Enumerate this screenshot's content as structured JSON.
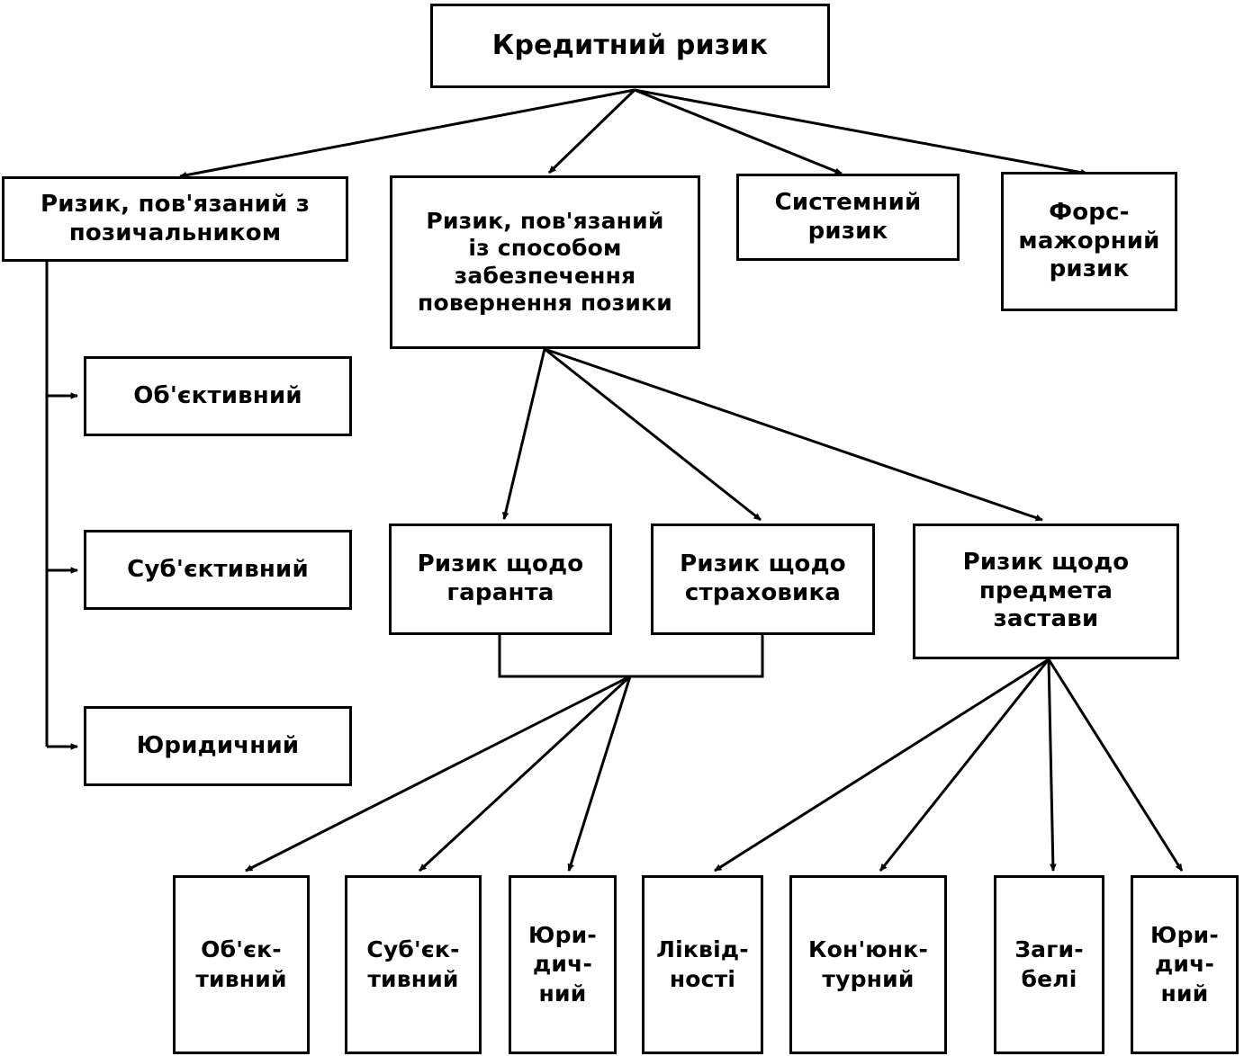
{
  "diagram": {
    "title": "Кредитний ризик",
    "type": "hierarchy-tree",
    "colors": {
      "stroke": "#000000",
      "fill": "#ffffff",
      "text": "#000000"
    },
    "nodes": {
      "root": {
        "label": "Кредитний ризик"
      },
      "level2": [
        {
          "id": "borrower",
          "label": "Ризик, пов'язаний з\nпозичальником"
        },
        {
          "id": "collateral_method",
          "label": "Ризик, пов'язаний\nіз способом\nзабезпечення\nповернення позики"
        },
        {
          "id": "systemic",
          "label": "Системний\nризик"
        },
        {
          "id": "force_majeure",
          "label": "Форс-\nмажорний\nризик"
        }
      ],
      "borrower_children": [
        {
          "id": "objective_b",
          "label": "Об'єктивний"
        },
        {
          "id": "subjective_b",
          "label": "Суб'єктивний"
        },
        {
          "id": "legal_b",
          "label": "Юридичний"
        }
      ],
      "method_children": [
        {
          "id": "guarantor",
          "label": "Ризик щодо\nгаранта"
        },
        {
          "id": "insurer",
          "label": "Ризик щодо\nстраховика"
        },
        {
          "id": "pledge",
          "label": "Ризик щодо\nпредмета\nзастави"
        }
      ],
      "leaves": [
        {
          "id": "leaf_objective",
          "label": "Об'єк-\nтивний",
          "parent": "guarantor-insurer"
        },
        {
          "id": "leaf_subjective",
          "label": "Суб'єк-\nтивний",
          "parent": "guarantor-insurer"
        },
        {
          "id": "leaf_legal_1",
          "label": "Юри-\nдич-\nний",
          "parent": "guarantor-insurer"
        },
        {
          "id": "leaf_liquidity",
          "label": "Ліквід-\nності",
          "parent": "pledge"
        },
        {
          "id": "leaf_conjuncture",
          "label": "Кон'юнк-\nтурний",
          "parent": "pledge"
        },
        {
          "id": "leaf_destruction",
          "label": "Заги-\nбелі",
          "parent": "pledge"
        },
        {
          "id": "leaf_legal_2",
          "label": "Юри-\nдич-\nний",
          "parent": "pledge"
        }
      ]
    }
  }
}
